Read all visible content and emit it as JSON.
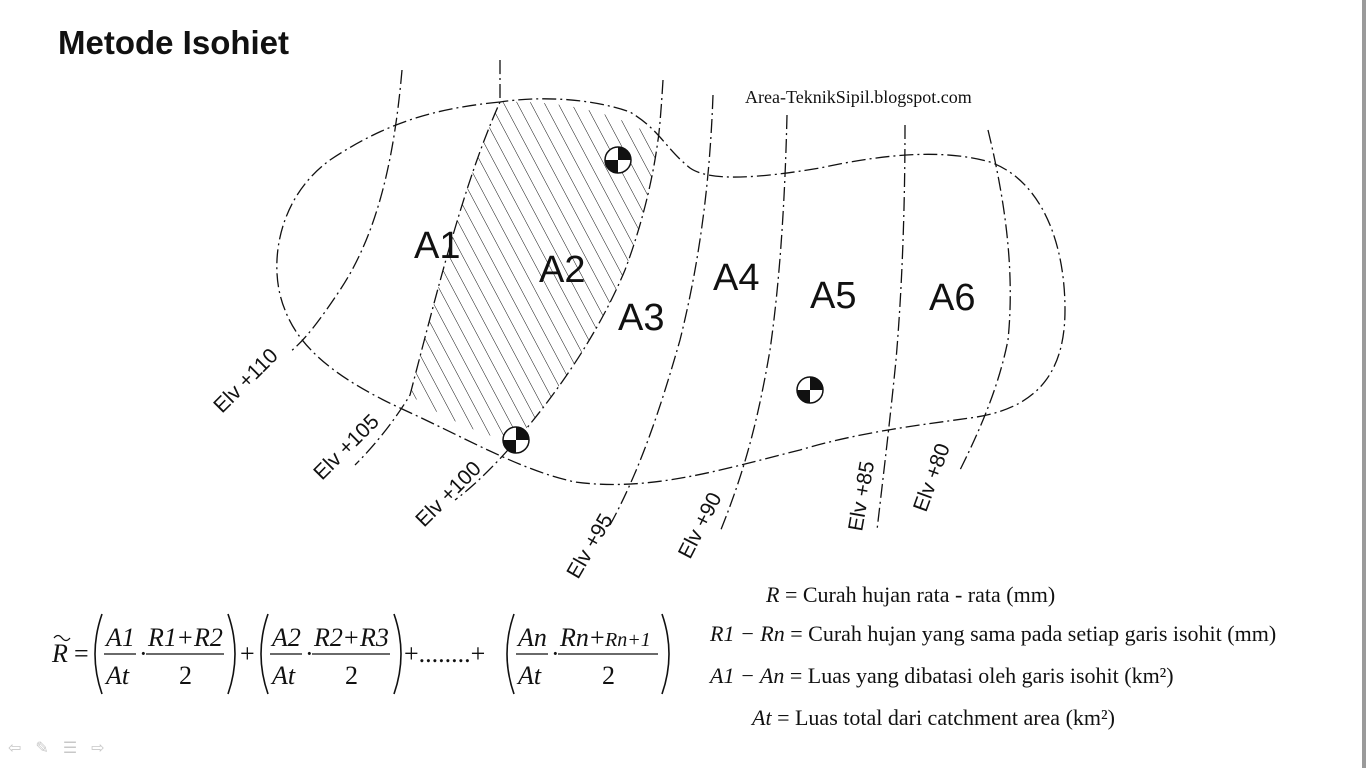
{
  "title": "Metode Isohiet",
  "source": "Area-TeknikSipil.blogspot.com",
  "areas": [
    "A1",
    "A2",
    "A3",
    "A4",
    "A5",
    "A6"
  ],
  "isohyets": [
    "Elv +110",
    "Elv +105",
    "Elv +100",
    "Elv +95",
    "Elv +90",
    "Elv +85",
    "Elv +80"
  ],
  "formula": {
    "lhs": "R",
    "terms": [
      {
        "a": "A1",
        "at": "At",
        "r1": "R1",
        "r2": "R2",
        "div": "2"
      },
      {
        "a": "A2",
        "at": "At",
        "r1": "R2",
        "r2": "R3",
        "div": "2"
      },
      {
        "a": "An",
        "at": "At",
        "r1": "Rn",
        "r2": "Rn+1",
        "div": "2"
      }
    ],
    "ellipsis": "+........+"
  },
  "legend": [
    {
      "symbol": "R",
      "text": "Curah hujan rata - rata (mm)"
    },
    {
      "symbol": "R1 − Rn",
      "text": "Curah hujan yang sama pada setiap garis isohit (mm)"
    },
    {
      "symbol": "A1 − An",
      "text": "Luas yang dibatasi oleh garis isohit (km²)"
    },
    {
      "symbol": "At",
      "text": "Luas total dari catchment area (km²)"
    }
  ],
  "colors": {
    "line": "#111111",
    "background": "#ffffff"
  },
  "icons": [
    "rain-gauge-icon",
    "nav-prev-icon",
    "nav-pen-icon",
    "nav-menu-icon",
    "nav-next-icon"
  ]
}
